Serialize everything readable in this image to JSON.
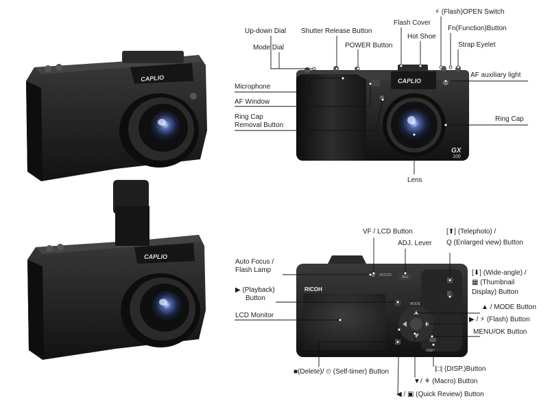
{
  "front_labels": {
    "updown_dial": "Up-down Dial",
    "mode_dial": "Mode Dial",
    "shutter_release": "Shutter Release Button",
    "power_button": "POWER Button",
    "flash_cover": "Flash Cover",
    "hot_shoe": "Hot Shoe",
    "flash_open": "⚡ (Flash)OPEN Switch",
    "fn_button": "Fn(Function)Button",
    "strap_eyelet": "Strap Eyelet",
    "af_aux_light": "AF auxiliary light",
    "microphone": "Microphone",
    "af_window": "AF Window",
    "ring_cap_removal_1": "Ring Cap",
    "ring_cap_removal_2": "Removal Button",
    "ring_cap": "Ring Cap",
    "lens": "Lens"
  },
  "back_labels": {
    "vf_lcd": "VF / LCD Button",
    "adj_lever": "ADJ. Lever",
    "telephoto_1": "[⬆] (Telephoto) /",
    "telephoto_2": "Q (Enlarged view) Button",
    "wide_1": "[⬇] (Wide-angle) /",
    "wide_2": "▦ (Thumbnail",
    "wide_3": "Display) Button",
    "autofocus_1": "Auto Focus /",
    "autofocus_2": "Flash Lamp",
    "playback_1": "▶ (Playback)",
    "playback_2": "Button",
    "lcd_monitor": "LCD Monitor",
    "mode_button": "▲ / MODE Button",
    "flash_button": "▶ / ⚡ (Flash) Button",
    "menu_ok": "MENU/OK Button",
    "disp_button": "|□| (DISP.)Button",
    "delete_selftimer": "■(Delete)/ ⏲ (Self-timer) Button",
    "macro_button": "▼/ ⚘ (Macro) Button",
    "quick_review": "◀ / ▣ (Quick Review) Button"
  },
  "camera_text": {
    "brand_front": "CAPLIO",
    "model": "GX",
    "model_num": "100",
    "ricoh": "RICOH",
    "vf_lcd_mark": "VF/LCD",
    "adj_mark": "ADJ",
    "mode_mark": "MODE",
    "disp_mark": "DISP"
  },
  "colors": {
    "body": "#1b1b1b",
    "body_light": "#3a3a3a",
    "lens_glass": "#2a3f6a",
    "line": "#111111"
  }
}
